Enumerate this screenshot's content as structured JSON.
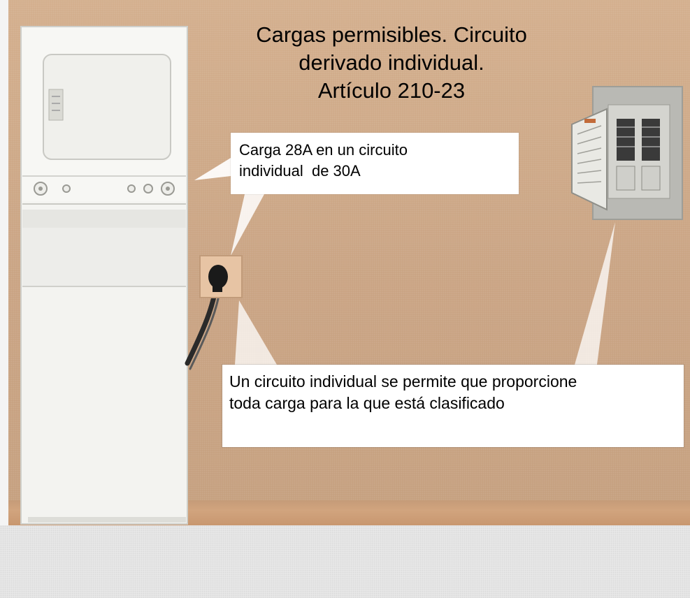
{
  "title": {
    "line1": "Cargas permisibles. Circuito",
    "line2": "derivado individual.",
    "line3": "Artículo 210-23"
  },
  "callout_top": {
    "line1": "Carga 28A en un circuito",
    "line2": "individual  de 30A"
  },
  "callout_bottom": {
    "line1": "Un circuito individual se permite que proporcione",
    "line2": "toda carga para la que está clasificado"
  },
  "colors": {
    "wall": "#cda888",
    "baseboard": "#c8976f",
    "floor": "#e9e9e9",
    "appliance": "#f3f3f0",
    "panel": "#b7b7b2",
    "callout": "#ffffff"
  }
}
